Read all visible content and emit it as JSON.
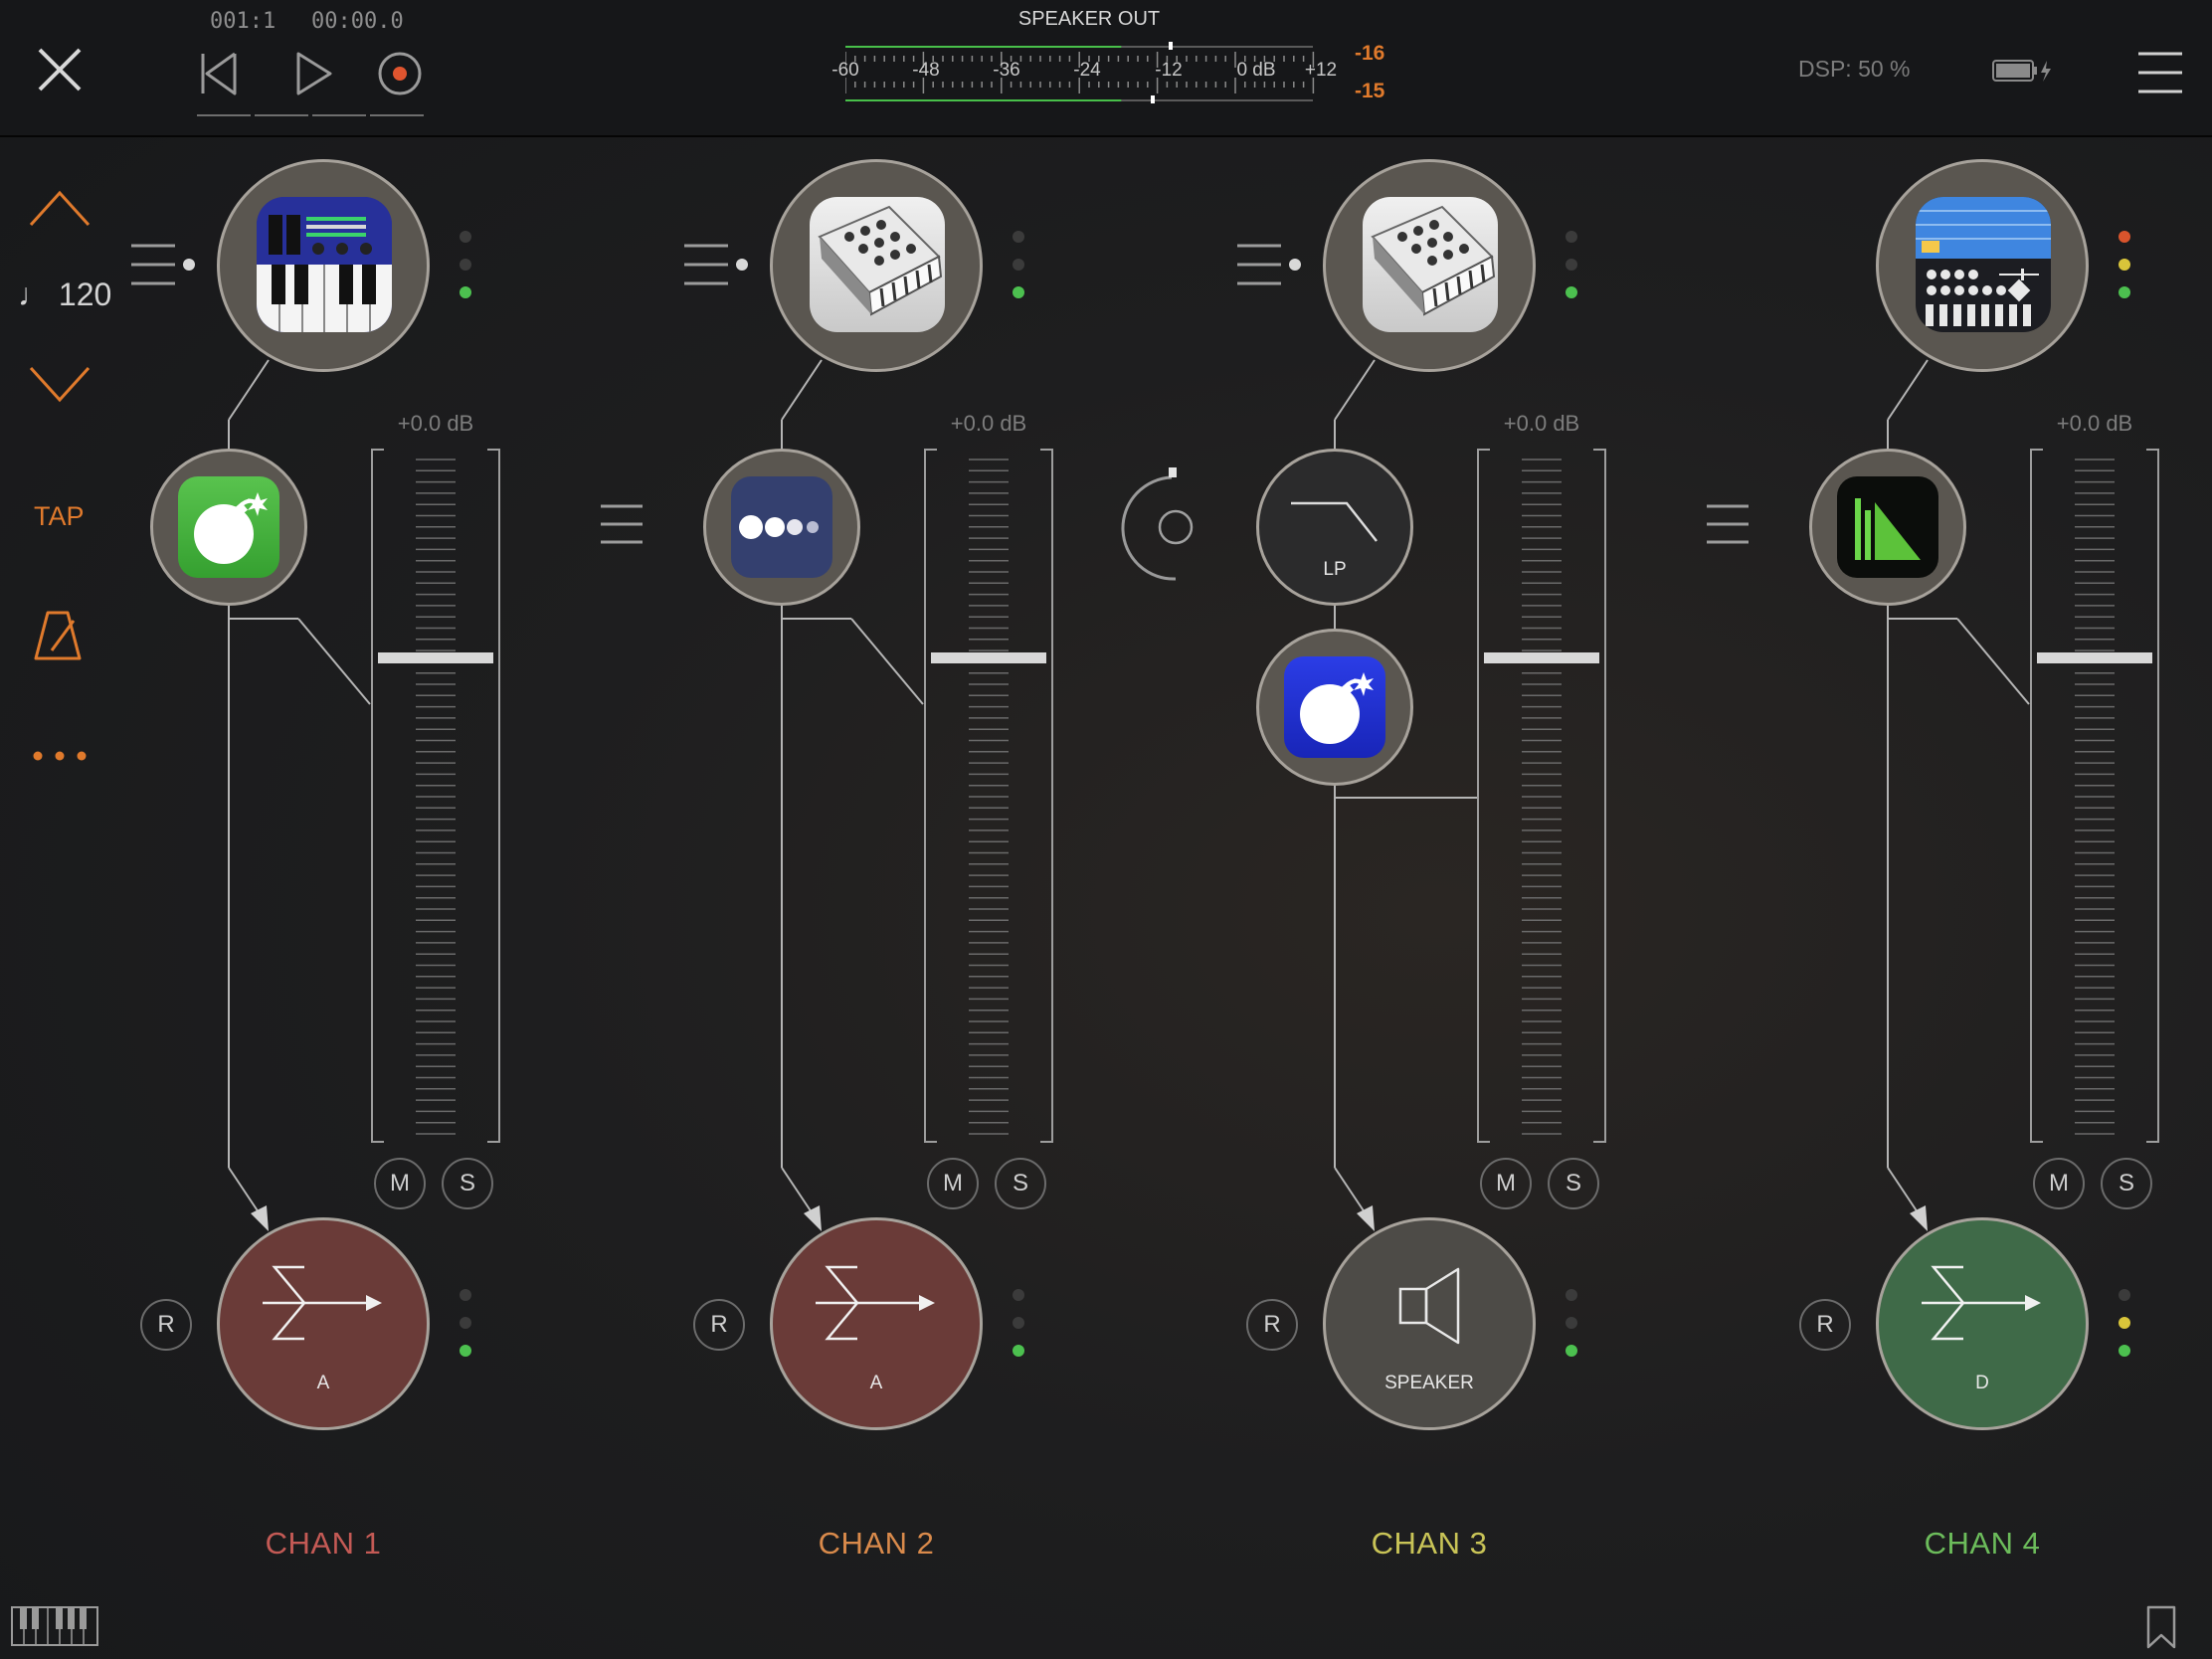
{
  "transport": {
    "position": "001:1",
    "time": "00:00.0"
  },
  "meter": {
    "title": "SPEAKER OUT",
    "scale": [
      "-60",
      "-48",
      "-36",
      "-24",
      "-12",
      "0 dB",
      "+12"
    ],
    "peak_left": "-16",
    "peak_right": "-15",
    "level_left": 0.59,
    "level_right": 0.59
  },
  "status": {
    "dsp": "DSP: 50 %"
  },
  "sidebar": {
    "tempo": "120",
    "tap_label": "TAP"
  },
  "channels": [
    {
      "name": "CHAN 1",
      "color": "#c45a55",
      "gain": "+0.0 dB",
      "mute": "M",
      "solo": "S",
      "record": "R",
      "output": "A",
      "output_color": "#6a3b38"
    },
    {
      "name": "CHAN 2",
      "color": "#d98a4b",
      "gain": "+0.0 dB",
      "mute": "M",
      "solo": "S",
      "record": "R",
      "output": "A",
      "output_color": "#6a3b38"
    },
    {
      "name": "CHAN 3",
      "color": "#c9c457",
      "gain": "+0.0 dB",
      "mute": "M",
      "solo": "S",
      "record": "R",
      "output": "SPEAKER",
      "output_color": "#4d4b47"
    },
    {
      "name": "CHAN 4",
      "color": "#6cbc5b",
      "gain": "+0.0 dB",
      "mute": "M",
      "solo": "S",
      "record": "R",
      "output": "D",
      "output_color": "#3f6a48"
    }
  ],
  "effects": {
    "lowpass_label": "LP"
  },
  "colors": {
    "accent": "#e07a2c",
    "led_green": "#4cc04f",
    "led_yellow": "#d9c53a",
    "led_red": "#d9542c"
  }
}
